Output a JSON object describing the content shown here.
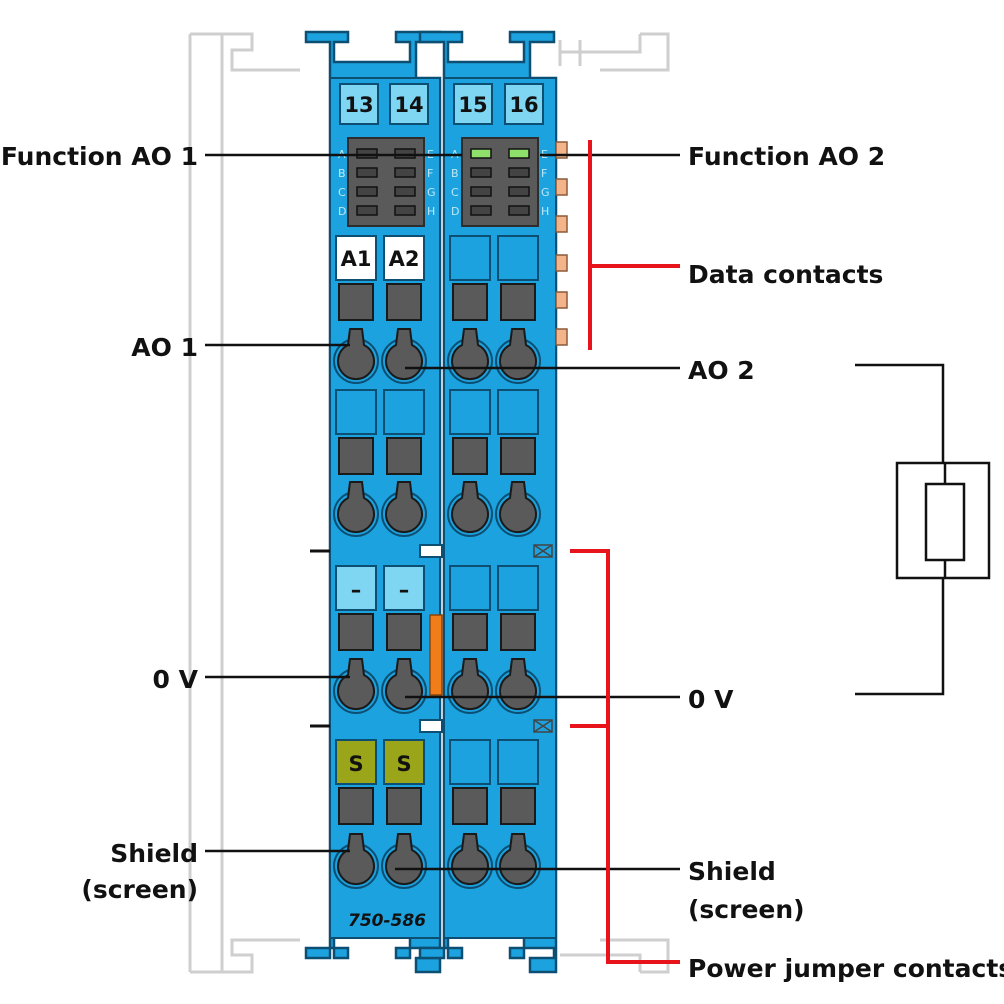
{
  "diagram": {
    "callouts": {
      "function_ao1": "Function AO 1",
      "function_ao2": "Function AO 2",
      "data_contacts": "Data contacts",
      "ao1": "AO 1",
      "ao2": "AO 2",
      "zero_v_left": "0 V",
      "zero_v_right": "0 V",
      "shield_left_line1": "Shield",
      "shield_left_line2": "(screen)",
      "shield_right_line1": "Shield",
      "shield_right_line2": "(screen)",
      "power_jumper": "Power jumper contacts"
    },
    "module": {
      "number": "750-586",
      "terminal_numbers": [
        "13",
        "14",
        "15",
        "16"
      ],
      "led_letters_left": [
        "A",
        "B",
        "C",
        "D"
      ],
      "led_letters_right": [
        "E",
        "F",
        "G",
        "H"
      ],
      "marker_a1": "A1",
      "marker_a2": "A2",
      "marker_minus": "–",
      "marker_shield": "S"
    },
    "colors": {
      "module_body": "#1ca3df",
      "marker_light": "#7fd6f3",
      "shield_marker": "#9aa519",
      "led_on": "#8fe06a",
      "power_jumper_bar": "#f07d1a",
      "data_contact_pad": "#f3b48a",
      "bracket_red": "#e8141c"
    }
  }
}
